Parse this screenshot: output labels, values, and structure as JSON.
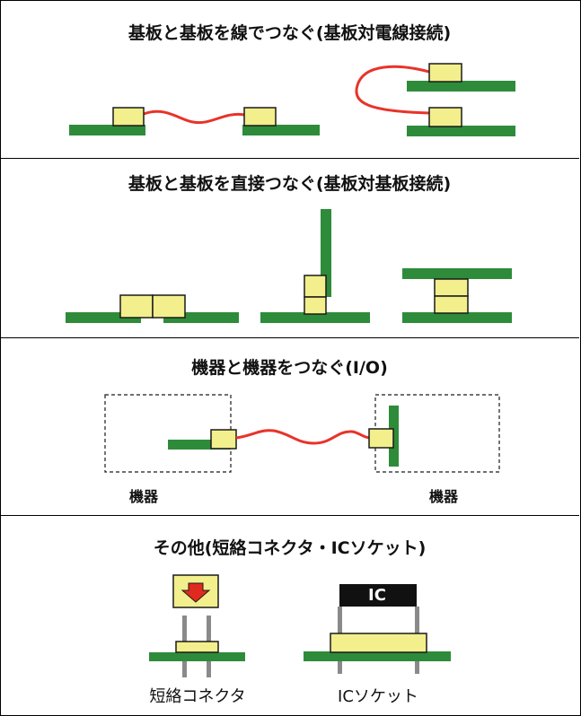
{
  "sections": [
    {
      "title": "基板と基板を線でつなぐ(基板対電線接続)"
    },
    {
      "title": "基板と基板を直接つなぐ(基板対基板接続)"
    },
    {
      "title": "機器と機器をつなぐ(I/O)",
      "labels": [
        "機器",
        "機器"
      ]
    },
    {
      "title": "その他(短絡コネクタ・ICソケット)",
      "labels": [
        "短絡コネクタ",
        "ICソケット"
      ],
      "ic_label": "IC"
    }
  ],
  "colors": {
    "board": "#2e8b3a",
    "connector": "#f2ef8c",
    "wire": "#e8332a",
    "outline": "#1a1a1a",
    "pin": "#8a8a8a",
    "arrow": "#e02a1e"
  }
}
